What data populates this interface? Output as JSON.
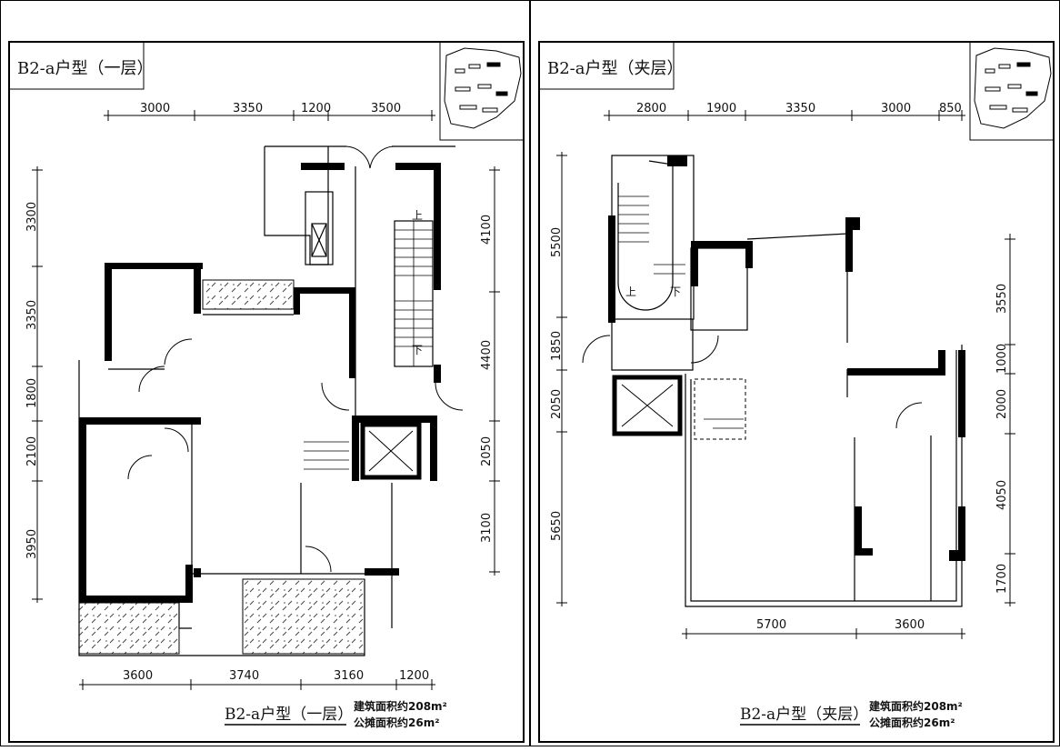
{
  "left": {
    "corner_title": "B2-a户型（一层）",
    "top_dims": [
      "3000",
      "3350",
      "1200",
      "3500"
    ],
    "left_dims": [
      "3300",
      "3350",
      "1800",
      "2100",
      "3950"
    ],
    "right_dims": [
      "4100",
      "4400",
      "2050",
      "3100"
    ],
    "bottom_dims": [
      "3600",
      "3740",
      "3160",
      "1200"
    ],
    "stair_up": "上",
    "stair_down": "下",
    "footer_title": "B2-a户型（一层）",
    "area_build": "建筑面积约208m²",
    "area_shared": "公摊面积约26m²"
  },
  "right": {
    "corner_title": "B2-a户型（夹层）",
    "top_dims": [
      "2800",
      "1900",
      "3350",
      "3000",
      "850"
    ],
    "left_dims": [
      "5500",
      "1850",
      "2050",
      "5650"
    ],
    "right_dims": [
      "3550",
      "1000",
      "2000",
      "4050",
      "1700"
    ],
    "bottom_dims": [
      "5700",
      "3600"
    ],
    "stair_up": "上",
    "stair_down": "下",
    "footer_title": "B2-a户型（夹层）",
    "area_build": "建筑面积约208m²",
    "area_shared": "公摊面积约26m²"
  }
}
